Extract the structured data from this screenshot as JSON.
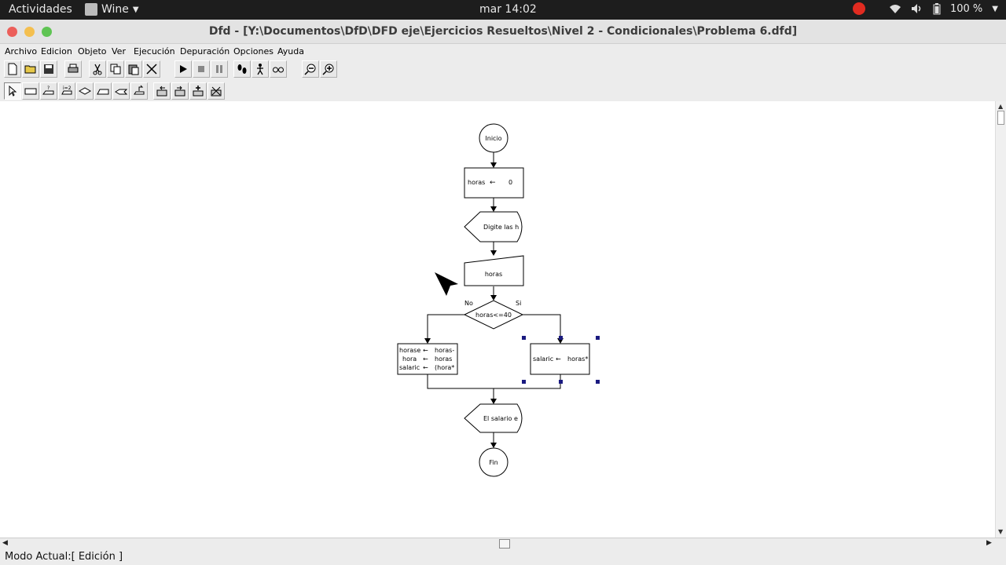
{
  "topbar": {
    "activities": "Actividades",
    "app_name": "Wine",
    "clock": "mar 14:02",
    "battery": "100 %"
  },
  "window": {
    "title": "Dfd - [Y:\\Documentos\\DfD\\DFD eje\\Ejercicios Resueltos\\Nivel 2 - Condicionales\\Problema 6.dfd]"
  },
  "menu": [
    "Archivo",
    "Edicion",
    "Objeto",
    "Ver",
    "Ejecución",
    "Depuración",
    "Opciones",
    "Ayuda"
  ],
  "flowchart": {
    "start": "Inicio",
    "assign1_var": "horas",
    "assign1_val": "0",
    "output1": "Digite las h",
    "input1": "horas",
    "decision": "horas<=40",
    "no_label": "No",
    "yes_label": "Si",
    "no_branch": [
      {
        "var": "horase",
        "val": "horas-"
      },
      {
        "var": "hora",
        "val": "horas"
      },
      {
        "var": "salaric",
        "val": "(hora*"
      }
    ],
    "yes_branch_var": "salaric",
    "yes_branch_val": "horas*",
    "output2": "El salario e",
    "end": "Fin",
    "arrow": "←"
  },
  "status": {
    "mode": "Modo Actual:[ Edición ]"
  },
  "colors": {
    "topbar": "#1d1d1d",
    "close": "#ec5f5a",
    "minimize": "#f4bf4f",
    "maximize": "#5fc453",
    "selection_handle": "#1a1a80"
  }
}
